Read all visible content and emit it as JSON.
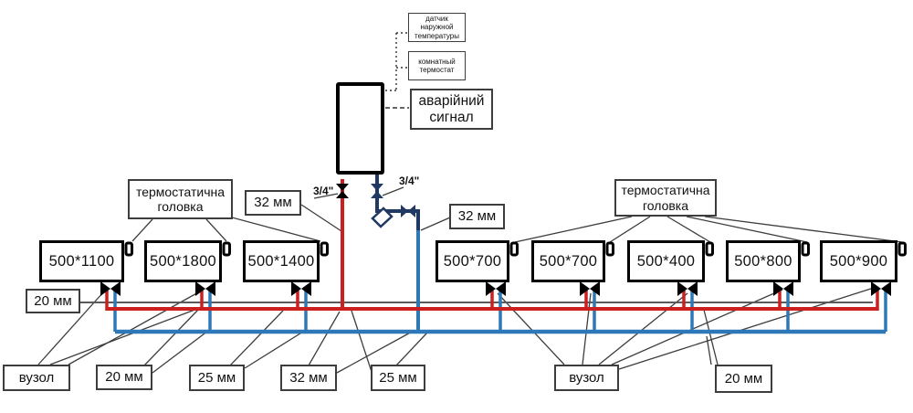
{
  "colors": {
    "supply_pipe": "#cc2020",
    "return_pipe": "#2e78b8",
    "boiler_return_pipe": "#1f3864",
    "leader_line": "#3d3d3d"
  },
  "top_sensors": {
    "outdoor_sensor": "датчик наружной температуры",
    "room_thermostat": "комнатный термостат"
  },
  "boiler": {
    "alarm": "аварійний сигнал"
  },
  "fittings": {
    "supply_valve_size": "3/4\"",
    "return_valve_size": "3/4\""
  },
  "labels": {
    "thermo_left": "термостатична головка",
    "thermo_right": "термостатична головка",
    "riser_left": "32 мм",
    "riser_right": "32 мм",
    "branch_top_left": "20 мм",
    "node_left": "вузол",
    "branch_bottom_left": "20 мм",
    "main_left": "25 мм",
    "riser_bottom": "32 мм",
    "main_right": "25 мм",
    "node_right": "вузол",
    "branch_right": "20 мм"
  },
  "radiators": {
    "left": [
      "500*1100",
      "500*1800",
      "500*1400"
    ],
    "right": [
      "500*700",
      "500*700",
      "500*400",
      "500*800",
      "500*900"
    ]
  }
}
